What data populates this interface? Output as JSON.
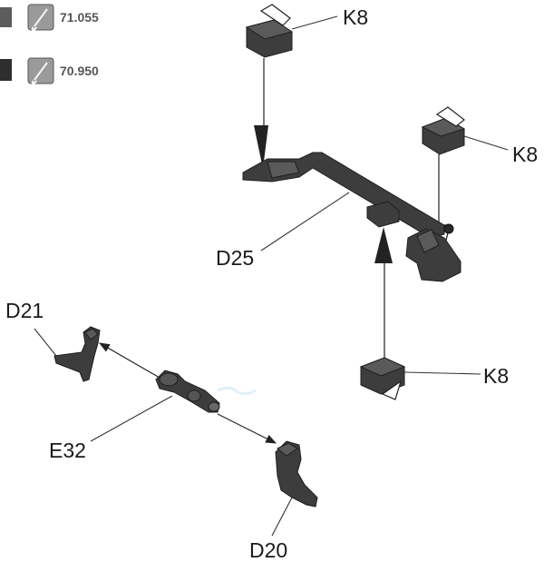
{
  "paint_legend": [
    {
      "code": "71.055",
      "swatch_color": "#5c5c5c",
      "icon": "paintbrush-icon"
    },
    {
      "code": "70.950",
      "swatch_color": "#2e2e2e",
      "icon": "paintbrush-icon"
    }
  ],
  "part_labels": {
    "k8_top": "K8",
    "k8_right": "K8",
    "k8_bottom": "K8",
    "d25": "D25",
    "d21": "D21",
    "e32": "E32",
    "d20": "D20"
  },
  "colors": {
    "part_dark": "#3d3d3d",
    "part_mid": "#5a5a5a",
    "line": "#222222"
  }
}
